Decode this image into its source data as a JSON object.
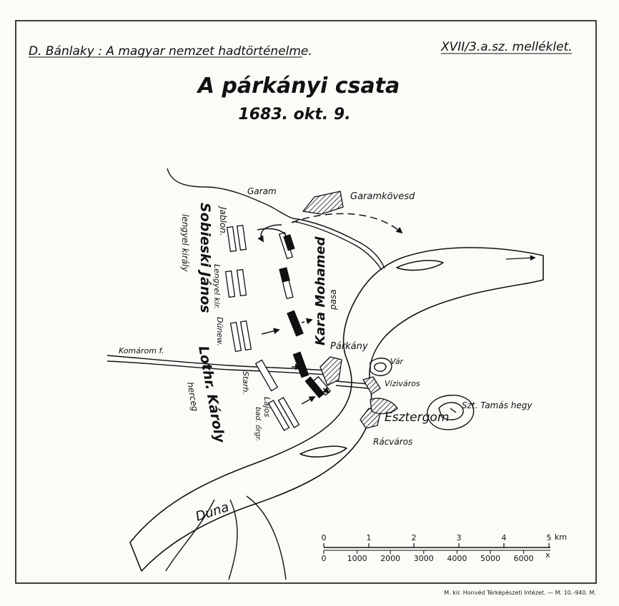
{
  "header": {
    "source": "D. Bánlaky : A magyar nemzet hadtörténelme.",
    "plate": "XVII/3.a.sz. melléklet.",
    "title": "A párkányi csata",
    "date": "1683. okt. 9."
  },
  "places": {
    "garam": "Garam",
    "garamkovesd": "Garamkövesd",
    "parkany": "Párkány",
    "var": "Vár",
    "vizivaros": "Víziváros",
    "esztergom": "Esztergom",
    "szt_tamas": "Szt. Tamás hegy",
    "racvaros": "Rácváros",
    "komarom": "Komárom f.",
    "duna": "Duna"
  },
  "commanders": {
    "sobieski": "Sobieski János",
    "sobieski_sub": "lengyel király",
    "jablon": "Jablon.",
    "lengyel_kir": "Lengyel kir.",
    "dunew": "Dünew.",
    "starh": "Starh.",
    "lajos": "Lajos",
    "lajos_sub": "bad. őrgr.",
    "lothr": "Lothr. Károly",
    "lothr_sub": "herceg",
    "kara": "Kara Mohamed",
    "kara_sub": "pasa"
  },
  "scale": {
    "km_ticks": [
      "0",
      "1",
      "2",
      "3",
      "4",
      "5"
    ],
    "km_unit": "km",
    "pace_ticks": [
      "0",
      "1000",
      "2000",
      "3000",
      "4000",
      "5000",
      "6000"
    ],
    "pace_unit": "x"
  },
  "imprint": "M. kir. Honvéd Térképészeti Intézet. — M. 10.-940. M."
}
